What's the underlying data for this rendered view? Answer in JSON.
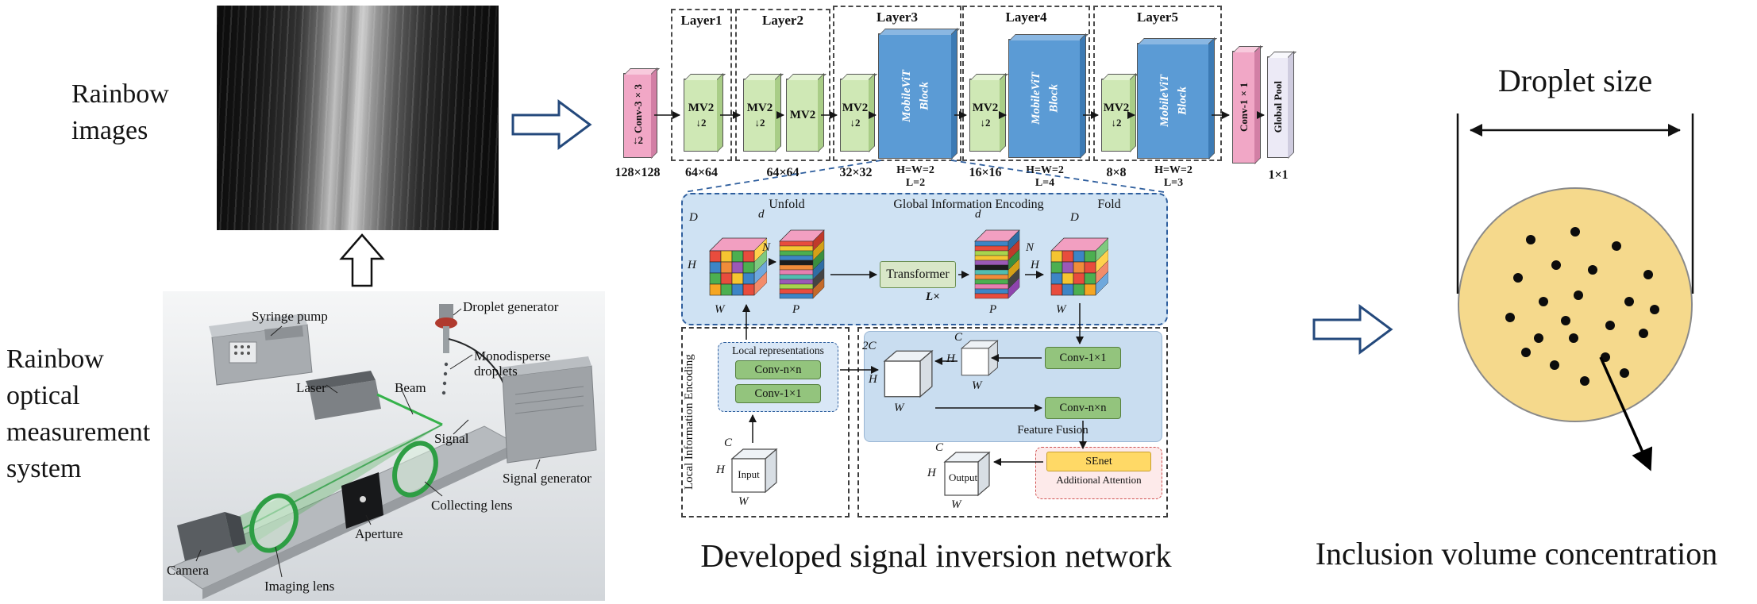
{
  "left_panel": {
    "rainbow_images_label": "Rainbow\nimages",
    "system_label": "Rainbow\noptical\nmeasurement\nsystem",
    "optical": {
      "syringe_pump": "Syringe pump",
      "droplet_generator": "Droplet generator",
      "monodisperse_droplets": "Monodisperse\ndroplets",
      "laser": "Laser",
      "beam": "Beam",
      "signal": "Signal",
      "signal_generator": "Signal generator",
      "collecting_lens": "Collecting lens",
      "aperture": "Aperture",
      "camera": "Camera",
      "imaging_lens": "Imaging lens"
    }
  },
  "network": {
    "caption": "Developed signal inversion network",
    "stem_label": "Conv-3×3",
    "stem_down": "↓2",
    "stem_size": "128×128",
    "layer1": {
      "name": "Layer1",
      "mv2a": "MV2",
      "downa": "↓2",
      "size": "64×64"
    },
    "layer2": {
      "name": "Layer2",
      "mv2a": "MV2",
      "downa": "↓2",
      "mv2b": "MV2",
      "size": "64×64"
    },
    "layer3": {
      "name": "Layer3",
      "mv2a": "MV2",
      "downa": "↓2",
      "vit": "MobileViT\nBlock",
      "size": "32×32",
      "vit_size": "H=W=2\nL=2"
    },
    "layer4": {
      "name": "Layer4",
      "mv2a": "MV2",
      "downa": "↓2",
      "vit": "MobileViT\nBlock",
      "size": "16×16",
      "vit_size": "H=W=2\nL=4"
    },
    "layer5": {
      "name": "Layer5",
      "mv2a": "MV2",
      "downa": "↓2",
      "vit": "MobileViT\nBlock",
      "size": "8×8",
      "vit_size": "H=W=2\nL=3"
    },
    "head_conv": "Conv-1×1",
    "head_pool": "Global Pool",
    "head_size": "1×1"
  },
  "detail": {
    "unfold": "Unfold",
    "global_encoding": "Global Information Encoding",
    "fold": "Fold",
    "transformer": "Transformer",
    "l_times": "L×",
    "local_encoding": "Local Information Encoding",
    "local_representations": "Local representations",
    "conv_nxn": "Conv-n×n",
    "conv_1x1": "Conv-1×1",
    "input": "Input",
    "feature_fusion": "Feature Fusion",
    "ff_conv_1x1": "Conv-1×1",
    "ff_conv_nxn": "Conv-n×n",
    "senet": "SEnet",
    "additional_attention": "Additional Attention",
    "output": "Output",
    "dim_D": "D",
    "dim_H": "H",
    "dim_W": "W",
    "dim_d": "d",
    "dim_N": "N",
    "dim_P": "P",
    "dim_C": "C",
    "dim_2C": "2C"
  },
  "right_panel": {
    "droplet_size": "Droplet size",
    "inclusion": "Inclusion volume concentration"
  },
  "colors": {
    "mv2_block": "#cfe8b5",
    "mobilevit_block": "#5b9bd5",
    "conv_block": "#f1a7c6",
    "detail_bg": "#cfe2f3",
    "senet_fill": "#ffd966",
    "droplet_fill": "#f5d98c"
  }
}
